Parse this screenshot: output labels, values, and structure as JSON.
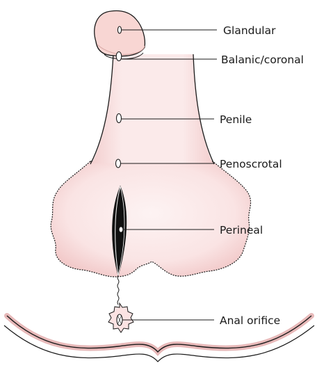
{
  "labels": {
    "glandular": "Glandular",
    "balanic_coronal": "Balanic/coronal",
    "penile": "Penile",
    "penoscrotal": "Penoscrotal",
    "perineal": "Perineal",
    "anal_orifice": "Anal orifice"
  },
  "colors": {
    "skin_fill": "#fae6e6",
    "skin_edge": "#cf9a9a",
    "glans_fill": "#f8d9d6",
    "slit_fill": "#111111",
    "outline": "#1a1a1a"
  }
}
